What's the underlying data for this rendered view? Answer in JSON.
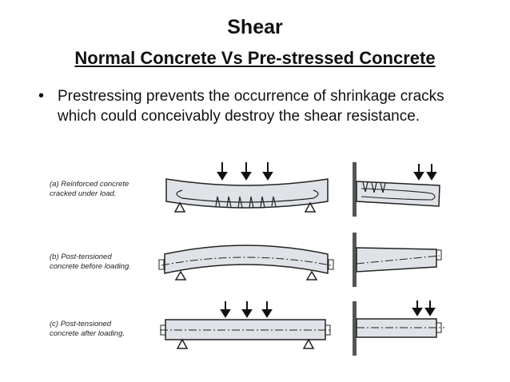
{
  "slide": {
    "title": "Shear",
    "subtitle": "Normal Concrete Vs Pre-stressed Concrete",
    "bullet": "Prestressing prevents the occurrence of shrinkage cracks which could conceivably destroy the shear resistance."
  },
  "figure": {
    "captions": [
      {
        "line1": "(a) Reinforced concrete",
        "line2": "cracked under load."
      },
      {
        "line1": "(b) Post-tensioned",
        "line2": "concrete before loading."
      },
      {
        "line1": "(c) Post-tensioned",
        "line2": "concrete after loading."
      }
    ],
    "colors": {
      "beam_fill": "#dfe2e6",
      "beam_stroke": "#222222",
      "wall": "#555555"
    }
  }
}
